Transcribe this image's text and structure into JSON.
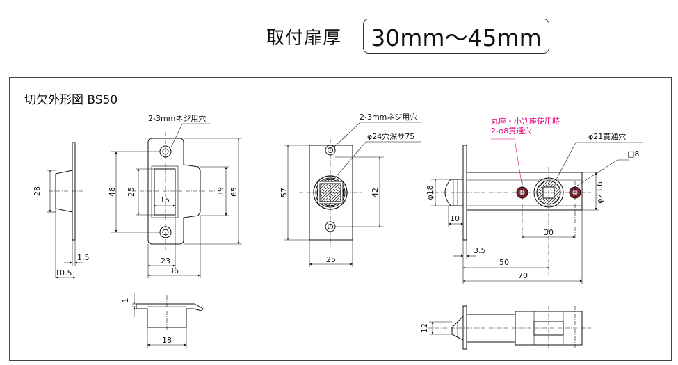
{
  "header": {
    "label": "取付扉厚",
    "value": "30mm～45mm"
  },
  "panel": {
    "title": "切欠外形図  BS50"
  },
  "side_view": {
    "dim_height": "28",
    "dim_thickness": "1.5",
    "dim_depth": "10.5"
  },
  "strike_front": {
    "screw_note": "2-3mmネジ用穴",
    "dim_48": "48",
    "dim_25": "25",
    "dim_15": "15",
    "dim_39": "39",
    "dim_65": "65",
    "dim_23": "23",
    "dim_36": "36"
  },
  "strike_bottom": {
    "dim_1": "1",
    "dim_18": "18"
  },
  "latch_front": {
    "screw_note": "2-3mmネジ用穴",
    "hole_note": "φ24穴深サ75",
    "dim_57": "57",
    "dim_42": "42",
    "dim_25": "25"
  },
  "latch_side": {
    "note_line1": "丸座・小判座使用時",
    "note_line2": "2-φ8貫通穴",
    "through_hole": "φ21貫通穴",
    "square_8": "□8",
    "dim_18": "φ18",
    "dim_23_6": "φ23.6",
    "dim_10": "10",
    "dim_30": "30",
    "dim_3_5": "3.5",
    "dim_50": "50",
    "dim_70": "70",
    "note_color": "#e0007a",
    "hole_color": "#8b1a2b"
  },
  "latch_bottom": {
    "dim_12": "12"
  }
}
